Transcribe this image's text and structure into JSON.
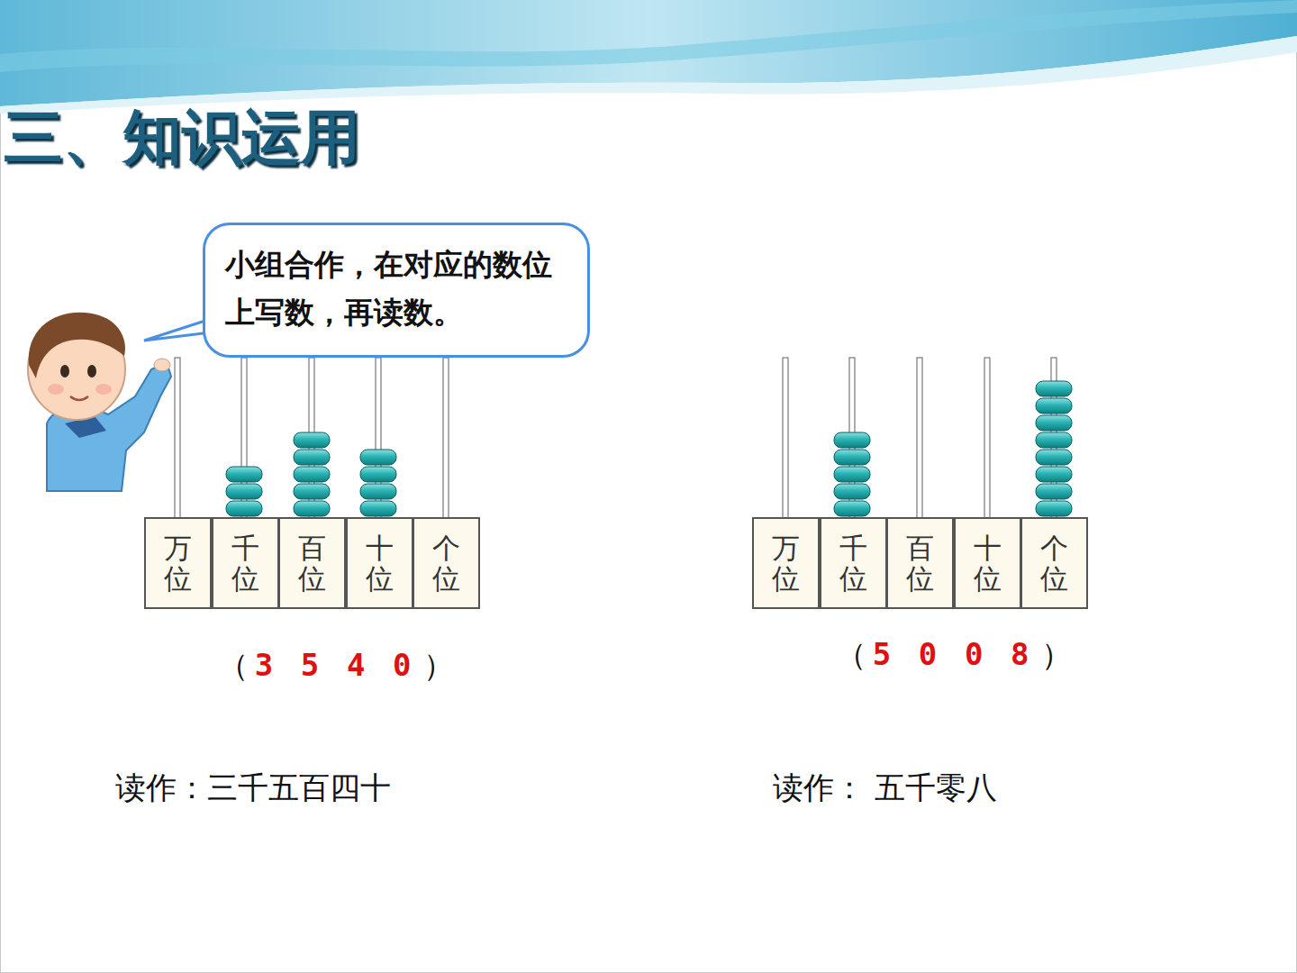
{
  "diagram": {
    "title": "三、知识运用",
    "nodes": [
      {
        "text": [
          "小组合作，在对应的数位上写数，再读数。"
        ]
      },
      {
        "text": [
          "万位"
        ]
      },
      {
        "text": [
          "千位"
        ]
      },
      {
        "text": [
          "百位"
        ]
      },
      {
        "text": [
          "十位"
        ]
      },
      {
        "text": [
          "个位"
        ]
      },
      {
        "text": [
          "万位"
        ]
      },
      {
        "text": [
          "千位"
        ]
      },
      {
        "text": [
          "百位"
        ]
      },
      {
        "text": [
          "十位"
        ]
      },
      {
        "text": [
          "个位"
        ]
      }
    ],
    "labels": [
      "（",
      "3540",
      "）",
      "读作：三千五百四十",
      "（",
      "5008",
      "）",
      "读作： 五千零八"
    ]
  }
}
